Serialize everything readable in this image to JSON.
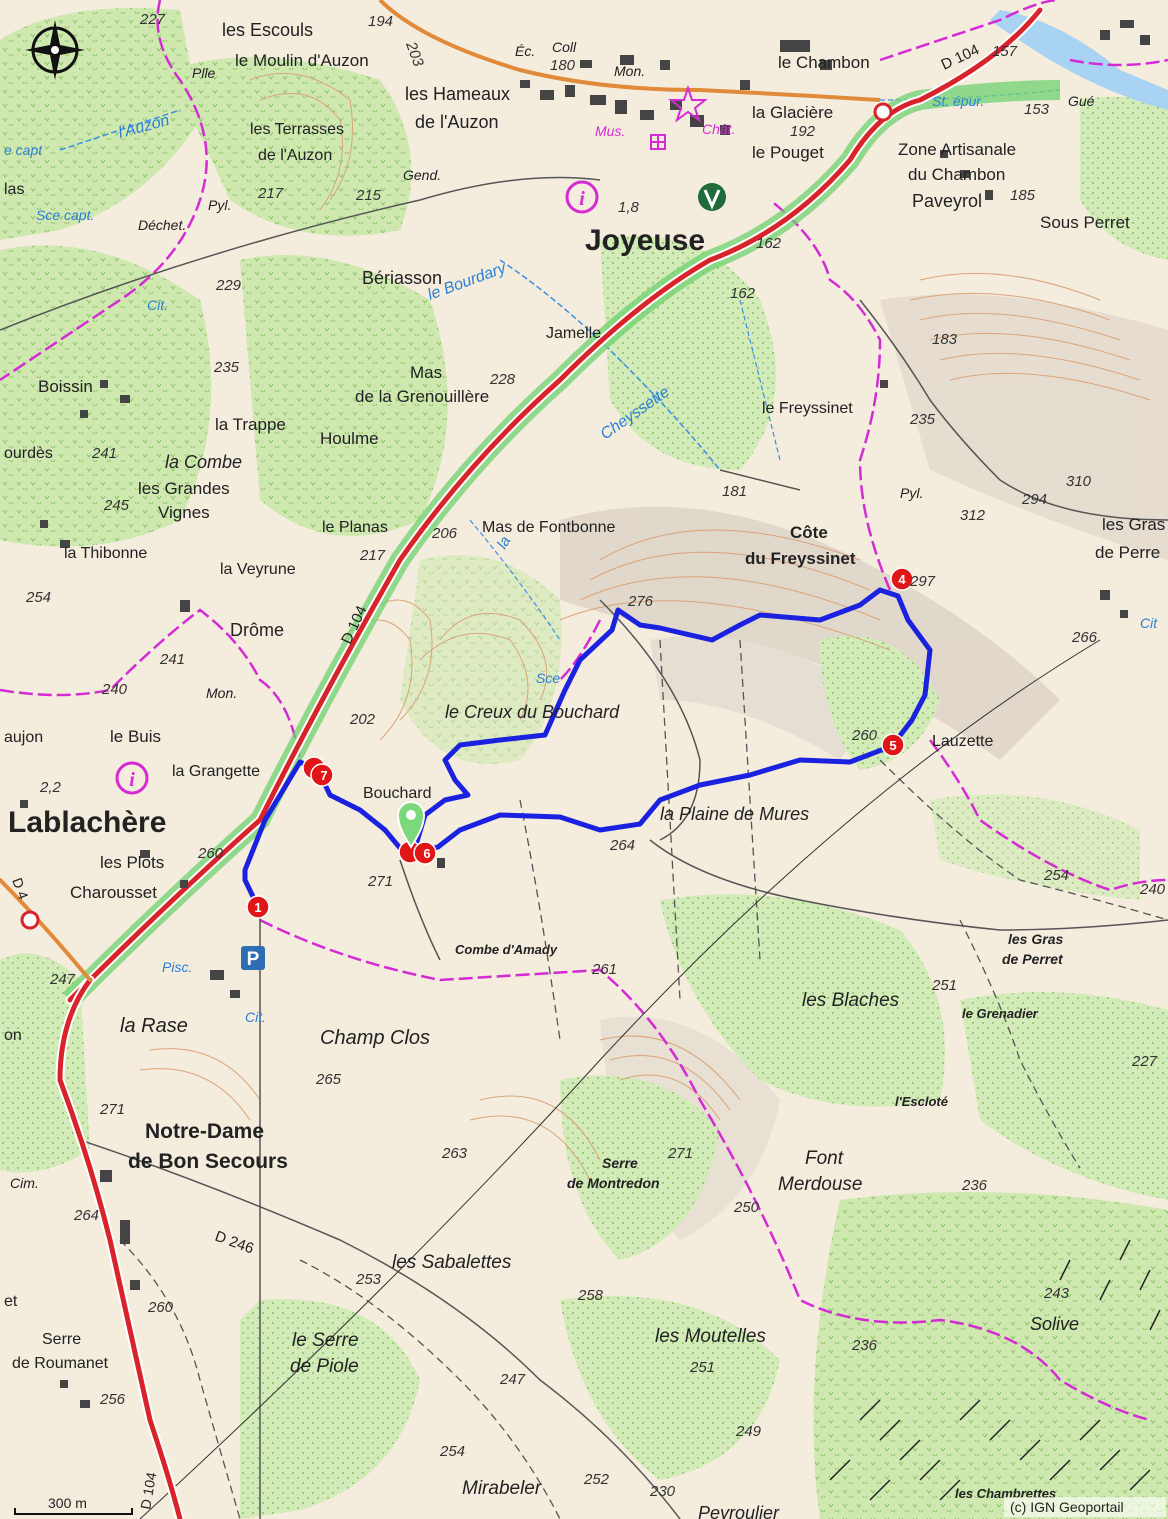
{
  "map": {
    "credit": "(c) IGN Geoportail",
    "scale_label": "300 m",
    "colors": {
      "route": "#1a22e0",
      "road_main": "#d8232a",
      "road_orange": "#e08a3a",
      "boundary": "#d42bd4",
      "forest": "#cfe8b0",
      "vegetation": "#b6dc95",
      "water": "#3c8fe6",
      "contour": "#d9a47a",
      "marker": "#e01515",
      "start_pin": "#7bd87b"
    },
    "waypoints": [
      {
        "label": "1"
      },
      {
        "label": "4"
      },
      {
        "label": "5"
      },
      {
        "label": "6"
      },
      {
        "label": "7"
      }
    ],
    "towns": {
      "joyeuse": "Joyeuse",
      "lablachere": "Lablachère",
      "notre_dame_1": "Notre-Dame",
      "notre_dame_2": "de Bon Secours"
    },
    "places": {
      "les_escouls": "les Escouls",
      "moulin_auzon": "le Moulin d'Auzon",
      "hameaux_1": "les Hameaux",
      "hameaux_2": "de l'Auzon",
      "terrasses_1": "les Terrasses",
      "terrasses_2": "de l'Auzon",
      "le_chambon": "le Chambon",
      "la_glaciere": "la Glacière",
      "le_pouget": "le Pouget",
      "zone_1": "Zone Artisanale",
      "zone_2": "du Chambon",
      "paveyrol": "Paveyrol",
      "sous_perret": "Sous Perret",
      "beriasson": "Bériasson",
      "jamelle": "Jamelle",
      "boissin": "Boissin",
      "mas_gren_1": "Mas",
      "mas_gren_2": "de la Grenouillère",
      "la_trappe": "la Trappe",
      "houlme": "Houlme",
      "le_freyssinet": "le Freyssinet",
      "lourdes": "ourdès",
      "la_combe": "la Combe",
      "grandes_1": "les Grandes",
      "grandes_2": "Vignes",
      "la_thibonne": "la Thibonne",
      "le_planas": "le Planas",
      "mas_fontbonne": "Mas de Fontbonne",
      "cote_1": "Côte",
      "cote_2": "du Freyssinet",
      "les_gras_1": "les Gras",
      "les_gras_2": "de Perre",
      "la_veyrune": "la Veyrune",
      "drome": "Drôme",
      "creux": "le Creux du Bouchard",
      "lauzette": "Lauzette",
      "aujon": "aujon",
      "le_buis": "le Buis",
      "la_grangette": "la Grangette",
      "bouchard": "Bouchard",
      "plaine": "la Plaine de Mures",
      "les_plots": "les Plots",
      "charousset": "Charousset",
      "combe_amady": "Combe d'Amady",
      "gras_perret_1": "les Gras",
      "gras_perret_2": "de Perret",
      "les_blaches": "les Blaches",
      "le_grenadier": "le Grenadier",
      "la_rase": "la Rase",
      "champ_clos": "Champ Clos",
      "escloté": "l'Escloté",
      "serre_1": "Serre",
      "serre_2": "de Montredon",
      "font_1": "Font",
      "font_2": "Merdouse",
      "sabalettes": "les Sabalettes",
      "serre_piole_1": "le Serre",
      "serre_piole_2": "de Piole",
      "moutelles": "les Moutelles",
      "solive": "Solive",
      "serre_roum_1": "Serre",
      "serre_roum_2": "de Roumanet",
      "mirabeler": "Mirabeler",
      "peyroulier": "Peyroulier",
      "chambrettes": "les Chambrettes",
      "on": "on",
      "et": "et",
      "las": "las"
    },
    "water_labels": {
      "auzon": "l'Auzon",
      "bourdary": "le Bourdary",
      "cheyssette": "Cheyssette",
      "la": "la",
      "sce_capt_1": "e capt",
      "sce_capt_2": "Sce capt.",
      "st_epur": "St. épur.",
      "gue": "Gué",
      "sce": "Sce",
      "pisc": "Pisc.",
      "cit_1": "Cit.",
      "cit_2": "Cit.",
      "cit_3": "Cit"
    },
    "small_labels": {
      "plle": "Plle",
      "pyl_1": "Pyl.",
      "pyl_2": "Pyl.",
      "dechet": "Déchet.",
      "gend": "Gend.",
      "ec": "Éc.",
      "coll": "Coll",
      "mon_1": "Mon.",
      "mon_2": "Mon.",
      "chat": "Chât.",
      "mus": "Mus.",
      "cim": "Cim."
    },
    "roads": {
      "d104_1": "D 104",
      "d104_2": "D 104",
      "d104_3": "D 104",
      "d4": "D 4",
      "d246": "D 246"
    },
    "altitudes": {
      "a227": "227",
      "a194": "194",
      "a203": "203",
      "a180": "180",
      "a157": "157",
      "a192": "192",
      "a153": "153",
      "a217a": "217",
      "a215": "215",
      "a18": "1,8",
      "a162a": "162",
      "a185": "185",
      "a229": "229",
      "a162b": "162",
      "a183": "183",
      "a235a": "235",
      "a228": "228",
      "a241a": "241",
      "a235b": "235",
      "a245": "245",
      "a181": "181",
      "a310": "310",
      "a294": "294",
      "a312": "312",
      "a206": "206",
      "a217b": "217",
      "a297": "297",
      "a254a": "254",
      "a276": "276",
      "a266": "266",
      "a241b": "241",
      "a240a": "240",
      "a202": "202",
      "a260a": "260",
      "a22": "2,2",
      "a260b": "260",
      "a264a": "264",
      "a271a": "271",
      "a254b": "254",
      "a240b": "240",
      "a247a": "247",
      "a261": "261",
      "a251a": "251",
      "a227b": "227",
      "a265": "265",
      "a271b": "271",
      "a263": "263",
      "a271c": "271",
      "a264b": "264",
      "a236a": "236",
      "a250": "250",
      "a253": "253",
      "a258": "258",
      "a260c": "260",
      "a243": "243",
      "a236b": "236",
      "a251b": "251",
      "a247b": "247",
      "a256": "256",
      "a249": "249",
      "a254c": "254",
      "a252": "252",
      "a230": "230"
    }
  }
}
